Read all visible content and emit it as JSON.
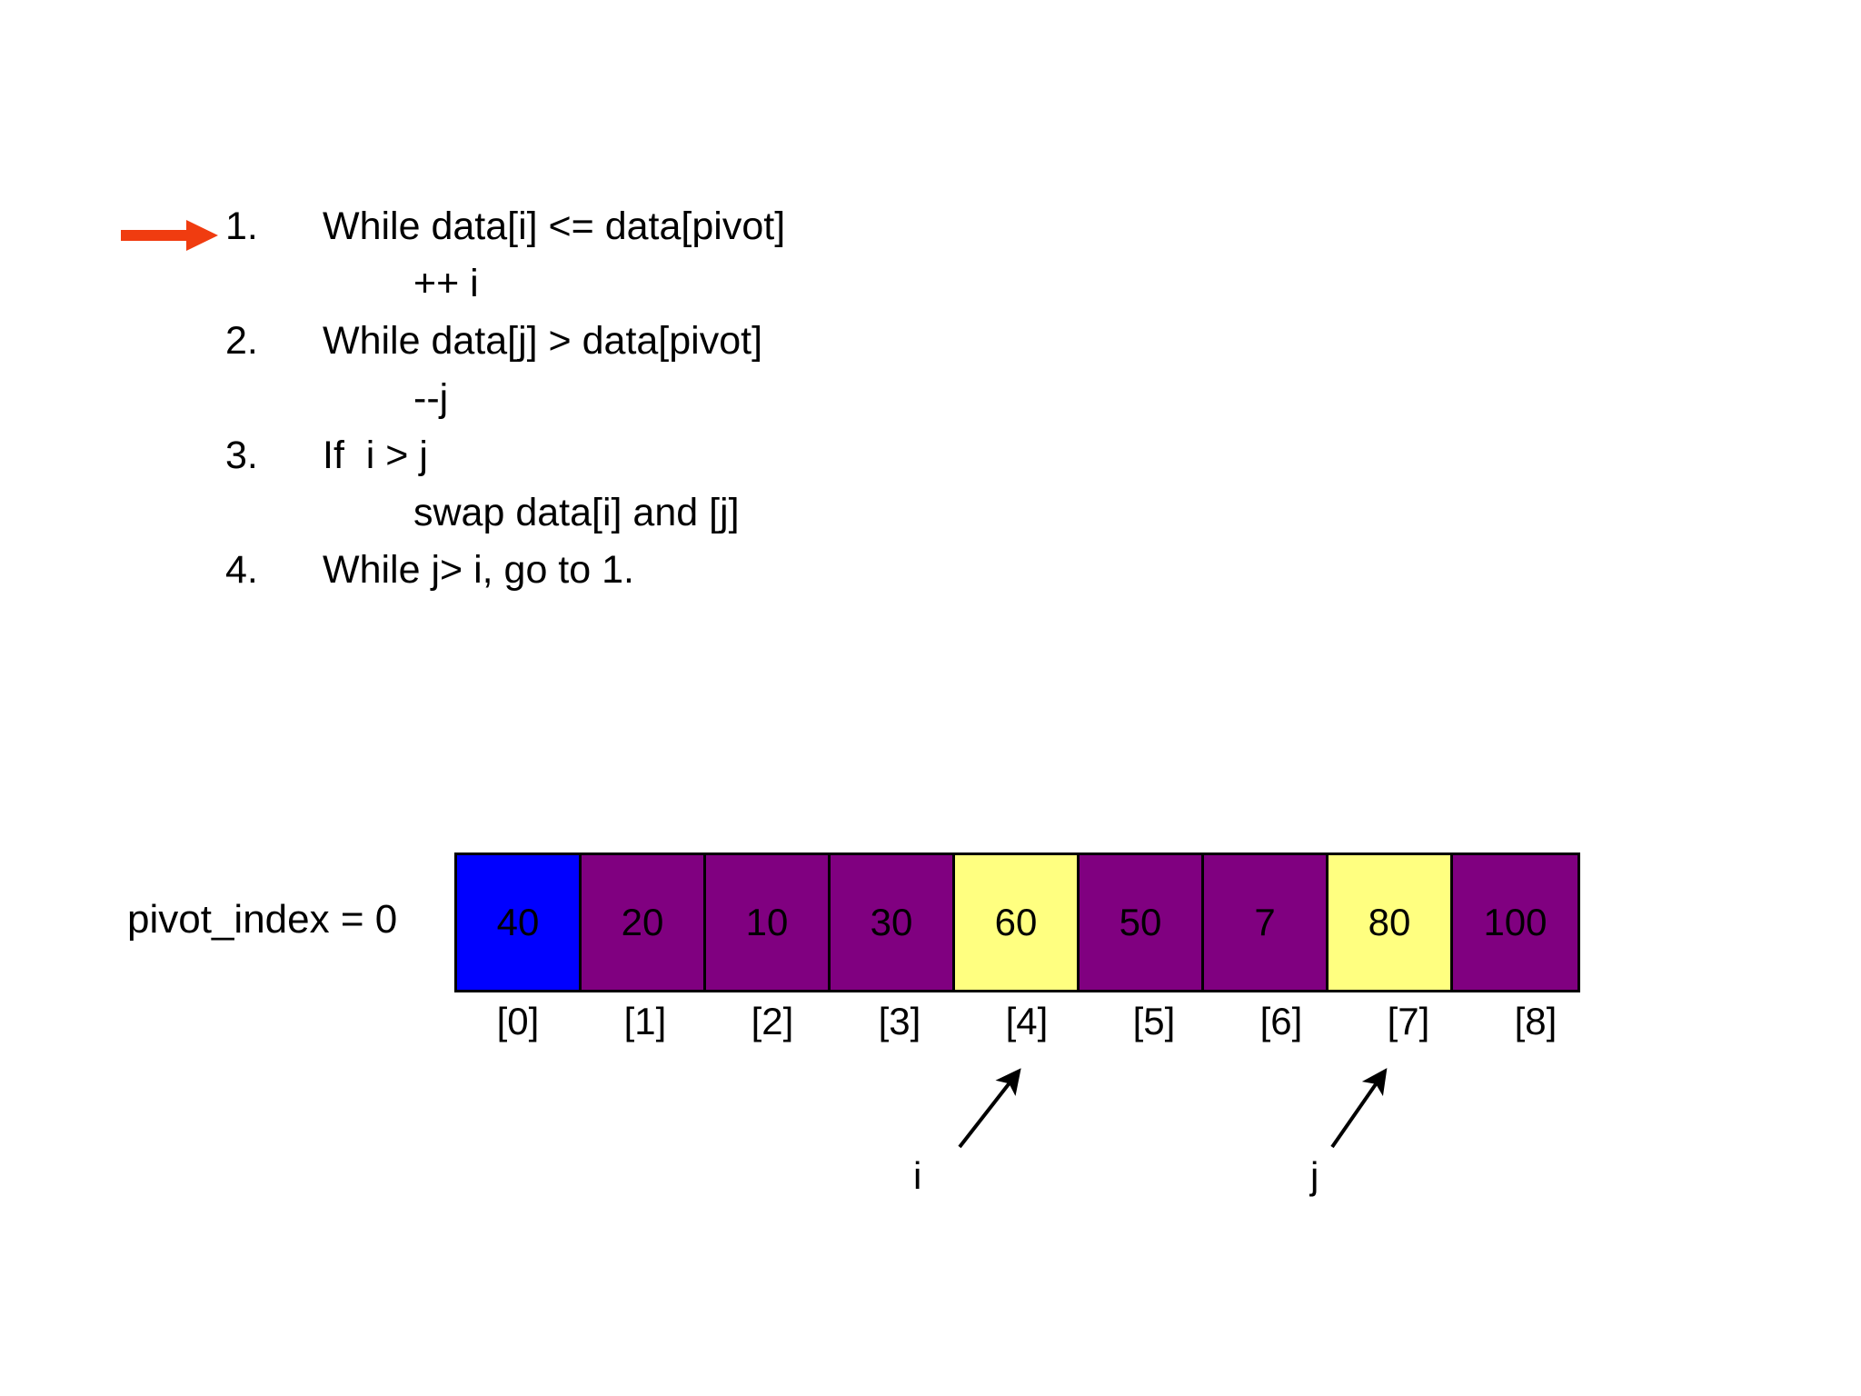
{
  "slide": {
    "background_color": "#ffffff",
    "marker_arrow": {
      "icon": "right-arrow-icon",
      "color": "#f03c10",
      "points_to_step": 1
    }
  },
  "pseudocode": {
    "steps": [
      {
        "number": "1.",
        "text": "While data[i] <= data[pivot]",
        "sub": "++ i"
      },
      {
        "number": "2.",
        "text": "While data[j] > data[pivot]",
        "sub": "--j"
      },
      {
        "number": "3.",
        "text": "If  i > j",
        "sub": "swap data[i] and [j]"
      },
      {
        "number": "4.",
        "text": "While j> i, go to 1.",
        "sub": ""
      }
    ]
  },
  "array_diagram": {
    "pivot_label": "pivot_index = 0",
    "cells": [
      {
        "value": "40",
        "index": "[0]",
        "state": "pivot"
      },
      {
        "value": "20",
        "index": "[1]",
        "state": "normal"
      },
      {
        "value": "10",
        "index": "[2]",
        "state": "normal"
      },
      {
        "value": "30",
        "index": "[3]",
        "state": "normal"
      },
      {
        "value": "60",
        "index": "[4]",
        "state": "marked"
      },
      {
        "value": "50",
        "index": "[5]",
        "state": "normal"
      },
      {
        "value": "7",
        "index": "[6]",
        "state": "normal"
      },
      {
        "value": "80",
        "index": "[7]",
        "state": "marked"
      },
      {
        "value": "100",
        "index": "[8]",
        "state": "normal"
      }
    ],
    "colors": {
      "pivot": "#0000ff",
      "normal": "#800080",
      "marked": "#ffff80",
      "border": "#000000"
    },
    "pointers": [
      {
        "name": "i",
        "label": "i",
        "points_to_index": "[4]"
      },
      {
        "name": "j",
        "label": "j",
        "points_to_index": "[7]"
      }
    ]
  }
}
